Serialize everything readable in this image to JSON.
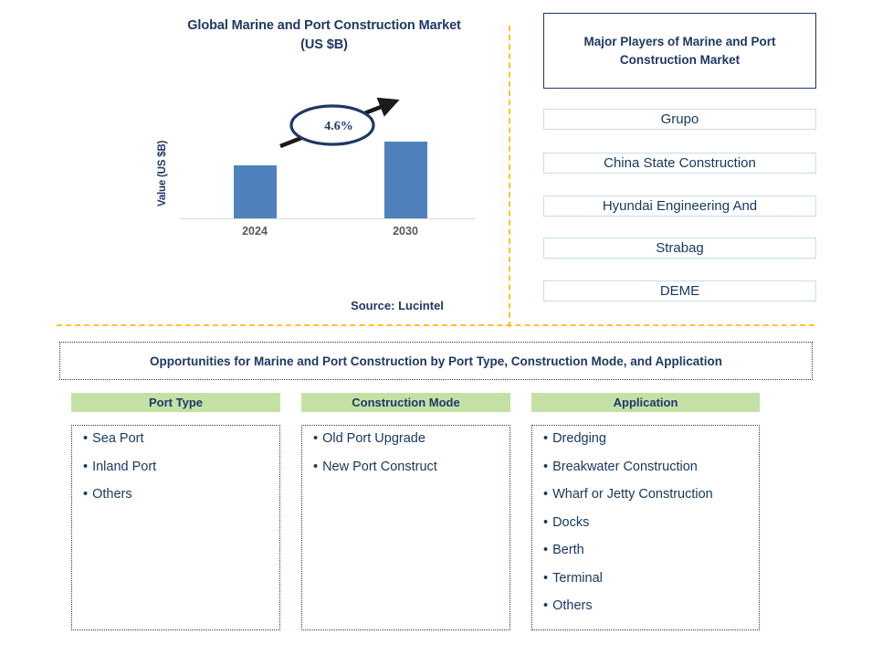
{
  "chart_panel": {
    "title": "Global Marine and Port Construction Market (US $B)",
    "title_line1": "Global Marine and Port Construction Market",
    "title_line2": "(US $B)",
    "source": "Source: Lucintel",
    "accent_bar_color": "#4F81BD",
    "callout_color": "#1F3864"
  },
  "chart_data": {
    "type": "bar",
    "title": "Global Marine and Port Construction Market (US $B)",
    "categories": [
      "2024",
      "2030"
    ],
    "values": [
      58,
      84
    ],
    "value_unit": "US $B",
    "xlabel": "",
    "ylabel": "Value (US $B)",
    "ylim": [
      0,
      100
    ],
    "grid": false,
    "legend": "none",
    "bar_color": "#4F81BD",
    "annotations": [
      {
        "text": "4.6%",
        "type": "cagr-callout",
        "shape": "ellipse-with-arrow"
      }
    ]
  },
  "players_panel": {
    "header": "Major Players of Marine and Port Construction Market",
    "header_line1": "Major Players of Marine and Port",
    "header_line2": "Construction Market",
    "items": [
      {
        "label": "Grupo"
      },
      {
        "label": "China State Construction"
      },
      {
        "label": "Hyundai Engineering And"
      },
      {
        "label": "Strabag"
      },
      {
        "label": "DEME"
      }
    ]
  },
  "opportunities": {
    "banner": "Opportunities for Marine and Port Construction by Port Type, Construction Mode, and Application",
    "header_bg": "#C5E0A5",
    "columns": [
      {
        "header": "Port Type",
        "items": [
          "Sea Port",
          "Inland Port",
          "Others"
        ]
      },
      {
        "header": "Construction Mode",
        "items": [
          "Old Port Upgrade",
          "New Port Construct"
        ]
      },
      {
        "header": "Application",
        "items": [
          "Dredging",
          "Breakwater Construction",
          "Wharf or Jetty Construction",
          "Docks",
          "Berth",
          "Terminal",
          "Others"
        ]
      }
    ]
  },
  "bullet_glyph": "•"
}
